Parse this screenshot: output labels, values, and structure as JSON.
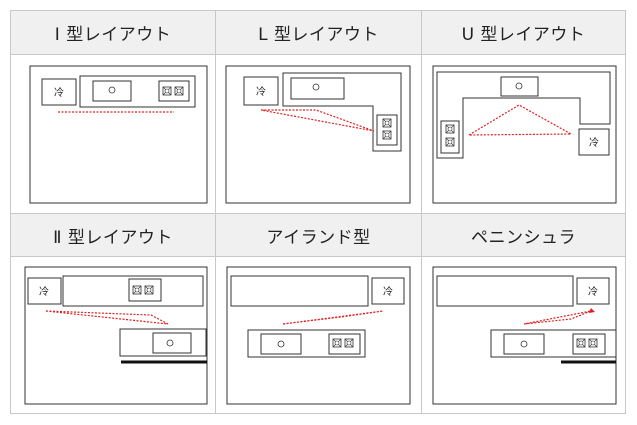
{
  "layouts": [
    {
      "title": "I 型レイアウト",
      "fridge": "冷"
    },
    {
      "title": "L 型レイアウト",
      "fridge": "冷"
    },
    {
      "title": "U 型レイアウト",
      "fridge": "冷"
    },
    {
      "title": "Ⅱ 型レイアウト",
      "fridge": "冷"
    },
    {
      "title": "アイランド型",
      "fridge": "冷"
    },
    {
      "title": "ペニンシュラ",
      "fridge": "冷"
    }
  ],
  "colors": {
    "triangle": "#e02020",
    "stroke": "#333333",
    "header_bg": "#f0f0f0",
    "border": "#c8c8c8"
  }
}
